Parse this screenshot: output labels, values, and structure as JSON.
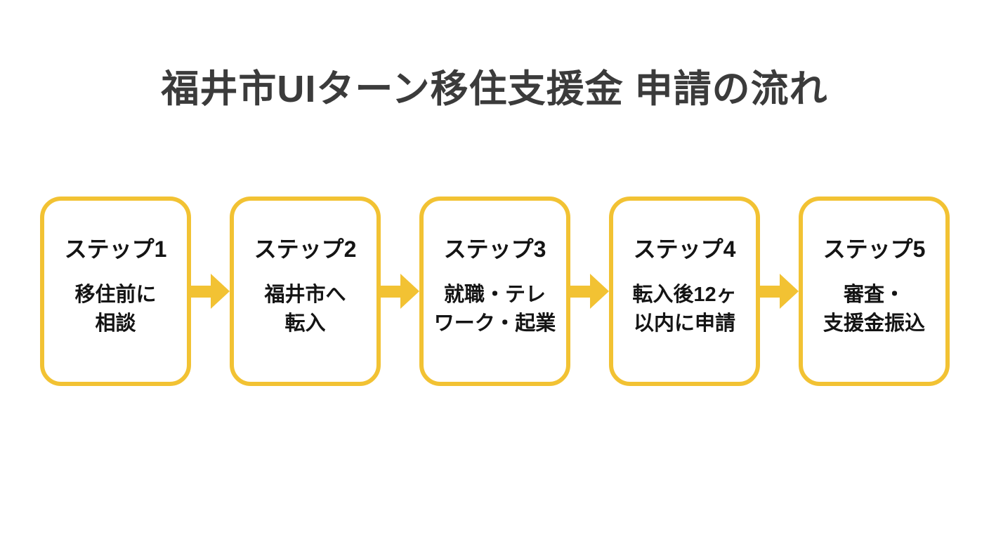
{
  "title": "福井市UIターン移住支援金 申請の流れ",
  "flow": {
    "steps": [
      {
        "label": "ステップ1",
        "desc_line1": "移住前に",
        "desc_line2": "相談"
      },
      {
        "label": "ステップ2",
        "desc_line1": "福井市へ",
        "desc_line2": "転入"
      },
      {
        "label": "ステップ3",
        "desc_line1": "就職・テレ",
        "desc_line2": "ワーク・起業"
      },
      {
        "label": "ステップ4",
        "desc_line1": "転入後12ヶ",
        "desc_line2": "以内に申請"
      },
      {
        "label": "ステップ5",
        "desc_line1": "審査・",
        "desc_line2": "支援金振込"
      }
    ]
  },
  "colors": {
    "accent_yellow": "#f2c233",
    "title_text": "#3b3b3b",
    "step_text": "#141414",
    "background": "#ffffff"
  }
}
